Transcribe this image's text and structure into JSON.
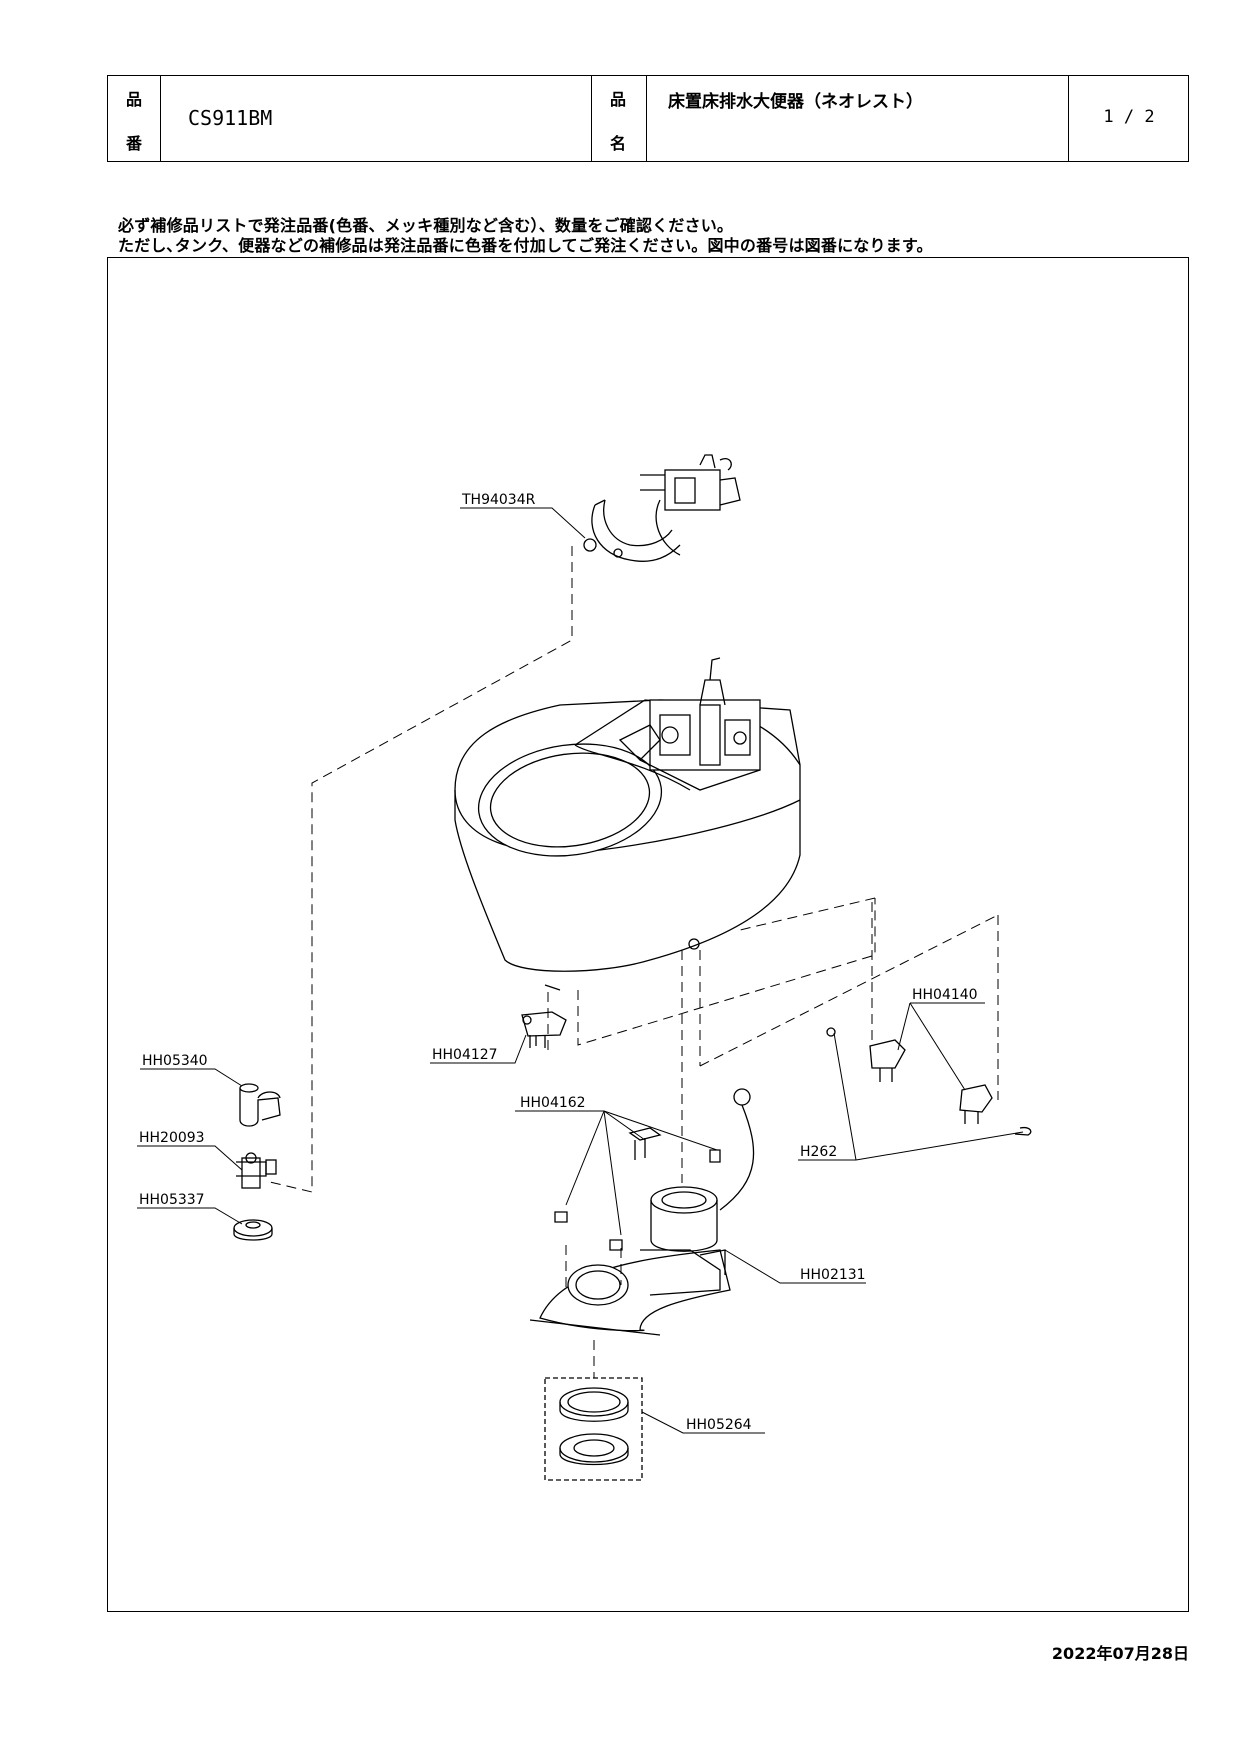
{
  "header": {
    "product_number_label_top": "品",
    "product_number_label_bottom": "番",
    "product_number": "CS911BM",
    "product_name_label_top": "品",
    "product_name_label_bottom": "名",
    "product_name": "床置床排水大便器（ネオレスト）",
    "page": "1 / 2"
  },
  "notes": {
    "line1": "必ず補修品リストで発注品番(色番、メッキ種別など含む）、数量をご確認ください。",
    "line2": "ただし､タンク、便器などの補修品は発注品番に色番を付加してご発注ください。図中の番号は図番になります。"
  },
  "parts": {
    "th94034r": "TH94034R",
    "hh05340": "HH05340",
    "hh20093": "HH20093",
    "hh05337": "HH05337",
    "hh04127": "HH04127",
    "hh04140": "HH04140",
    "hh04162": "HH04162",
    "h262": "H262",
    "hh02131": "HH02131",
    "hh05264": "HH05264"
  },
  "footer": {
    "date": "2022年07月28日"
  }
}
